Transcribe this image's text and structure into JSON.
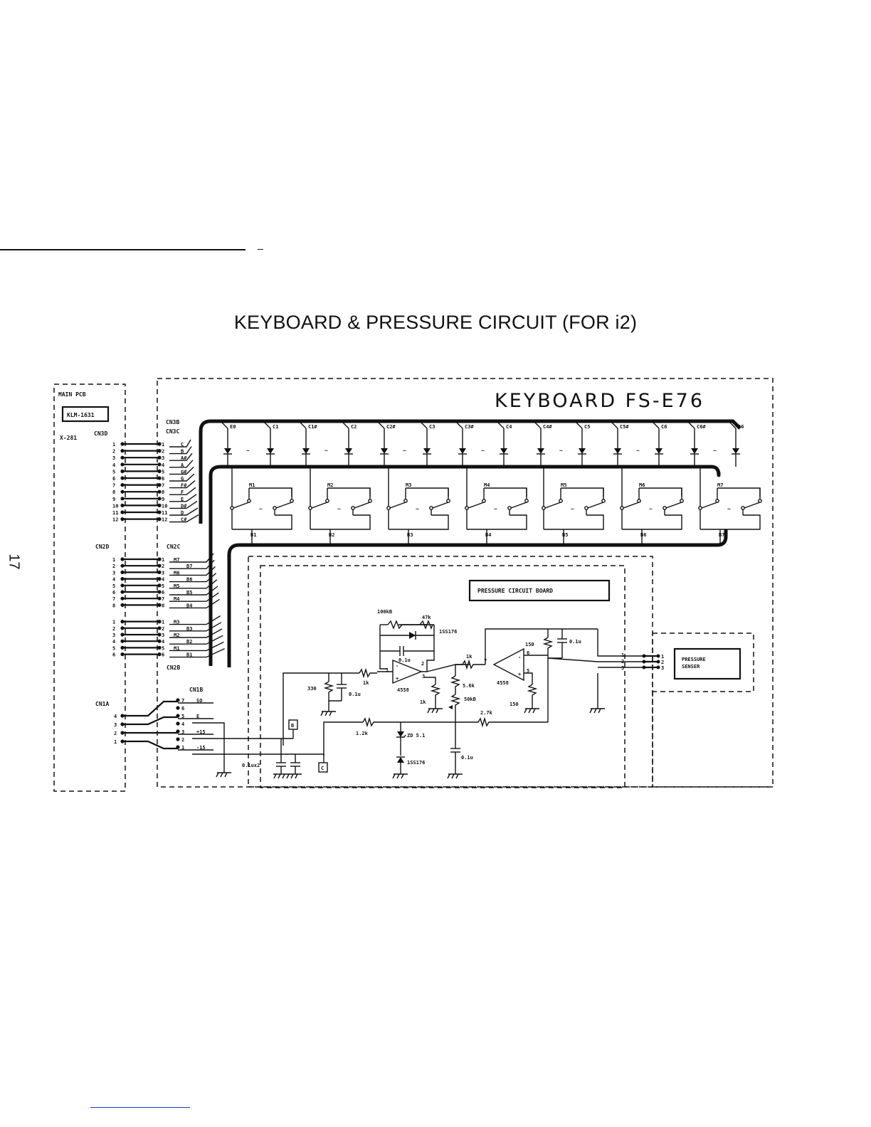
{
  "page": {
    "title": "KEYBOARD & PRESSURE CIRCUIT (FOR i2)",
    "page_number": "17"
  },
  "main_pcb": {
    "label": "MAIN PCB",
    "board": "KLM-1631",
    "sub": "X-281",
    "connectors": [
      "CN3D",
      "CN2D",
      "CN1A"
    ]
  },
  "keyboard": {
    "title": "KEYBOARD  FS-E76",
    "connectors": [
      "CN3B",
      "CN3C",
      "CN2C",
      "CN2B",
      "CN1B"
    ],
    "cn3_pins": [
      {
        "n": "1",
        "sig": "C"
      },
      {
        "n": "2",
        "sig": "B"
      },
      {
        "n": "3",
        "sig": "A#"
      },
      {
        "n": "4",
        "sig": "A"
      },
      {
        "n": "5",
        "sig": "G#"
      },
      {
        "n": "6",
        "sig": "G"
      },
      {
        "n": "7",
        "sig": "F#"
      },
      {
        "n": "8",
        "sig": "F"
      },
      {
        "n": "9",
        "sig": "E"
      },
      {
        "n": "10",
        "sig": "D#"
      },
      {
        "n": "11",
        "sig": "D"
      },
      {
        "n": "12",
        "sig": "C#"
      }
    ],
    "cn2_pins": [
      {
        "n": "1",
        "sig": "M7"
      },
      {
        "n": "2",
        "sig": "B7"
      },
      {
        "n": "3",
        "sig": "M6"
      },
      {
        "n": "4",
        "sig": "B6"
      },
      {
        "n": "5",
        "sig": "M5"
      },
      {
        "n": "6",
        "sig": "B5"
      },
      {
        "n": "7",
        "sig": "M4"
      },
      {
        "n": "8",
        "sig": "B4"
      },
      {
        "n": "1",
        "sig": "M3"
      },
      {
        "n": "2",
        "sig": "B3"
      },
      {
        "n": "3",
        "sig": "M2"
      },
      {
        "n": "4",
        "sig": "B2"
      },
      {
        "n": "5",
        "sig": "M1"
      },
      {
        "n": "6",
        "sig": "B1"
      }
    ],
    "cn1_pins": [
      {
        "n": "7",
        "sig": "SO"
      },
      {
        "n": "6",
        "sig": ""
      },
      {
        "n": "5",
        "sig": "E"
      },
      {
        "n": "4",
        "sig": ""
      },
      {
        "n": "3",
        "sig": "+15"
      },
      {
        "n": "2",
        "sig": ""
      },
      {
        "n": "1",
        "sig": "-15"
      }
    ],
    "cn1a_pins": [
      "4",
      "3",
      "2",
      "1"
    ],
    "notes": [
      "E0",
      "C1",
      "C1#",
      "C2",
      "C2#",
      "C3",
      "C3#",
      "C4",
      "C4#",
      "C5",
      "C5#",
      "C6",
      "C6#",
      "C6"
    ],
    "matrix": [
      "M1",
      "M2",
      "M3",
      "M4",
      "M5",
      "M6",
      "M7"
    ],
    "breaks": [
      "B1",
      "B2",
      "B3",
      "B4",
      "B5",
      "B6",
      "B7"
    ]
  },
  "pressure": {
    "title": "PRESSURE CIRCUIT BOARD",
    "sensor": [
      "PRESSURE",
      "SENSER"
    ],
    "components": {
      "r100k": "100kB",
      "r47k": "47k",
      "d1": "1SS176",
      "c1": "0.1u",
      "r1k_in": "1k",
      "r330": "330",
      "c_in": "0.1u",
      "ic1": "4558",
      "r1k_gnd": "1k",
      "r1k_mid": "1k",
      "r56k": "5.6k",
      "vr50k": "50kB",
      "r27k": "2.7k",
      "r150_top": "150",
      "c_top": "0.1u",
      "ic2": "4558",
      "r150_out": "150",
      "r12k": "1.2k",
      "zd": "ZD 5.1",
      "d2": "1SS176",
      "c_ref": "0.1u",
      "c_pair": "0.1ux2",
      "node_b": "B",
      "node_c": "C"
    },
    "out_pins": [
      "1",
      "2",
      "3"
    ],
    "sensor_pins": [
      "1",
      "2",
      "3"
    ]
  }
}
